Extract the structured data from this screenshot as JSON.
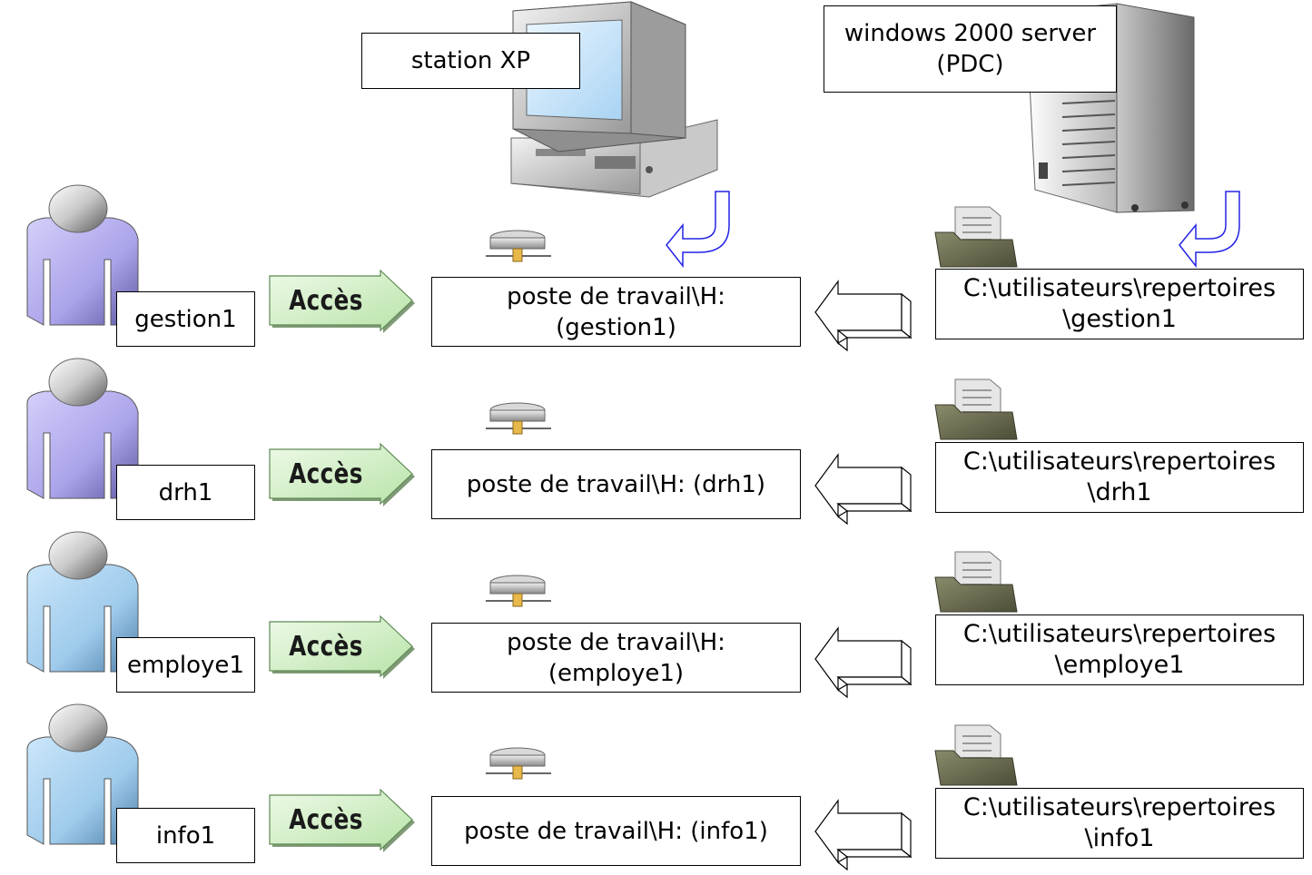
{
  "workstation": {
    "label": "station XP"
  },
  "server": {
    "label": "windows 2000 server\n(PDC)"
  },
  "rows": [
    {
      "user": "gestion1",
      "access": "Accès",
      "drive": "poste de travail\\H:\n(gestion1)",
      "folder": "C:\\utilisateurs\\repertoires\n\\gestion1",
      "user_color": "#b9b3ee"
    },
    {
      "user": "drh1",
      "access": "Accès",
      "drive": "poste de travail\\H: (drh1)",
      "folder": "C:\\utilisateurs\\repertoires\n\\drh1",
      "user_color": "#b9b3ee"
    },
    {
      "user": "employe1",
      "access": "Accès",
      "drive": "poste de travail\\H:\n(employe1)",
      "folder": "C:\\utilisateurs\\repertoires\n\\employe1",
      "user_color": "#a9d2f2"
    },
    {
      "user": "info1",
      "access": "Accès",
      "drive": "poste de travail\\H: (info1)",
      "folder": "C:\\utilisateurs\\repertoires\n\\info1",
      "user_color": "#a9d2f2"
    }
  ],
  "colors": {
    "access_arrow": "#cfeec4",
    "access_arrow_edge": "#7aa86e",
    "curved_arrow": "#2323e6",
    "folder": "#5f6048"
  }
}
